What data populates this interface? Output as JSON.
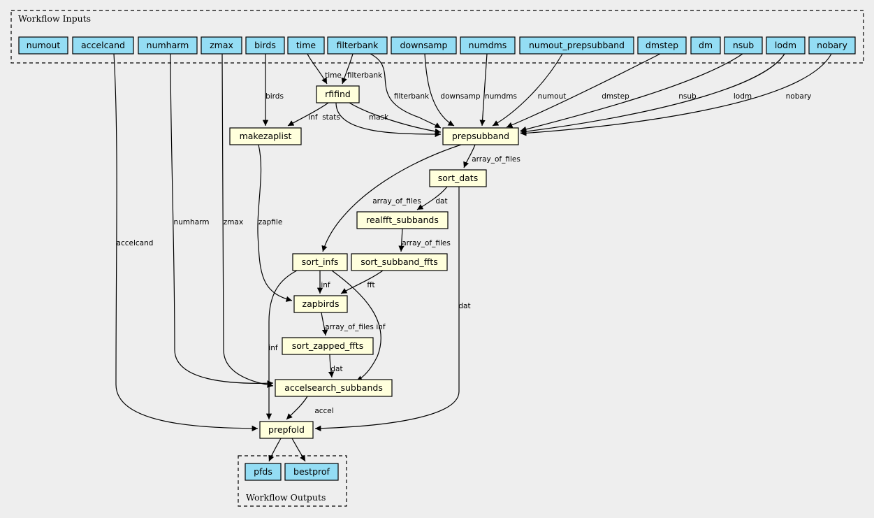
{
  "clusters": {
    "inputs": {
      "label": "Workflow Inputs"
    },
    "outputs": {
      "label": "Workflow Outputs"
    }
  },
  "inputs": [
    {
      "id": "numout",
      "label": "numout"
    },
    {
      "id": "accelcand",
      "label": "accelcand"
    },
    {
      "id": "numharm",
      "label": "numharm"
    },
    {
      "id": "zmax",
      "label": "zmax"
    },
    {
      "id": "birds",
      "label": "birds"
    },
    {
      "id": "time",
      "label": "time"
    },
    {
      "id": "filterbank",
      "label": "filterbank"
    },
    {
      "id": "downsamp",
      "label": "downsamp"
    },
    {
      "id": "numdms",
      "label": "numdms"
    },
    {
      "id": "numout_prepsubband",
      "label": "numout_prepsubband"
    },
    {
      "id": "dmstep",
      "label": "dmstep"
    },
    {
      "id": "dm",
      "label": "dm"
    },
    {
      "id": "nsub",
      "label": "nsub"
    },
    {
      "id": "lodm",
      "label": "lodm"
    },
    {
      "id": "nobary",
      "label": "nobary"
    }
  ],
  "steps": [
    {
      "id": "rfifind",
      "label": "rfifind"
    },
    {
      "id": "makezaplist",
      "label": "makezaplist"
    },
    {
      "id": "prepsubband",
      "label": "prepsubband"
    },
    {
      "id": "sort_dats",
      "label": "sort_dats"
    },
    {
      "id": "realfft_subbands",
      "label": "realfft_subbands"
    },
    {
      "id": "sort_infs",
      "label": "sort_infs"
    },
    {
      "id": "sort_subband_ffts",
      "label": "sort_subband_ffts"
    },
    {
      "id": "zapbirds",
      "label": "zapbirds"
    },
    {
      "id": "sort_zapped_ffts",
      "label": "sort_zapped_ffts"
    },
    {
      "id": "accelsearch_subbands",
      "label": "accelsearch_subbands"
    },
    {
      "id": "prepfold",
      "label": "prepfold"
    }
  ],
  "outputs": [
    {
      "id": "pfds",
      "label": "pfds"
    },
    {
      "id": "bestprof",
      "label": "bestprof"
    }
  ],
  "edges": [
    {
      "from": "time",
      "to": "rfifind",
      "label": "time"
    },
    {
      "from": "filterbank",
      "to": "rfifind",
      "label": "filterbank"
    },
    {
      "from": "birds",
      "to": "makezaplist",
      "label": "birds"
    },
    {
      "from": "rfifind",
      "to": "makezaplist",
      "label": "inf"
    },
    {
      "from": "rfifind",
      "to": "prepsubband",
      "label": "stats"
    },
    {
      "from": "rfifind",
      "to": "prepsubband",
      "label": "mask"
    },
    {
      "from": "filterbank",
      "to": "prepsubband",
      "label": "filterbank"
    },
    {
      "from": "downsamp",
      "to": "prepsubband",
      "label": "downsamp"
    },
    {
      "from": "numdms",
      "to": "prepsubband",
      "label": "numdms"
    },
    {
      "from": "numout_prepsubband",
      "to": "prepsubband",
      "label": "numout"
    },
    {
      "from": "dmstep",
      "to": "prepsubband",
      "label": "dmstep"
    },
    {
      "from": "nsub",
      "to": "prepsubband",
      "label": "nsub"
    },
    {
      "from": "lodm",
      "to": "prepsubband",
      "label": "lodm"
    },
    {
      "from": "nobary",
      "to": "prepsubband",
      "label": "nobary"
    },
    {
      "from": "prepsubband",
      "to": "sort_dats",
      "label": "array_of_files"
    },
    {
      "from": "prepsubband",
      "to": "sort_infs",
      "label": "array_of_files"
    },
    {
      "from": "sort_dats",
      "to": "realfft_subbands",
      "label": "dat"
    },
    {
      "from": "realfft_subbands",
      "to": "sort_subband_ffts",
      "label": "array_of_files"
    },
    {
      "from": "makezaplist",
      "to": "zapbirds",
      "label": "zapfile"
    },
    {
      "from": "sort_infs",
      "to": "zapbirds",
      "label": "inf"
    },
    {
      "from": "sort_subband_ffts",
      "to": "zapbirds",
      "label": "fft"
    },
    {
      "from": "zapbirds",
      "to": "sort_zapped_ffts",
      "label": "array_of_files"
    },
    {
      "from": "sort_zapped_ffts",
      "to": "accelsearch_subbands",
      "label": "dat"
    },
    {
      "from": "sort_infs",
      "to": "accelsearch_subbands",
      "label": "inf"
    },
    {
      "from": "numharm",
      "to": "accelsearch_subbands",
      "label": "numharm"
    },
    {
      "from": "zmax",
      "to": "accelsearch_subbands",
      "label": "zmax"
    },
    {
      "from": "accelcand",
      "to": "prepfold",
      "label": "accelcand"
    },
    {
      "from": "sort_infs",
      "to": "prepfold",
      "label": "inf"
    },
    {
      "from": "sort_dats",
      "to": "prepfold",
      "label": "dat"
    },
    {
      "from": "accelsearch_subbands",
      "to": "prepfold",
      "label": "accel"
    },
    {
      "from": "prepfold",
      "to": "pfds",
      "label": ""
    },
    {
      "from": "prepfold",
      "to": "bestprof",
      "label": ""
    }
  ],
  "colors": {
    "background": "#eeeeee",
    "input_fill": "#94DDF4",
    "step_fill": "#FFFFDC",
    "stroke": "#000000"
  }
}
